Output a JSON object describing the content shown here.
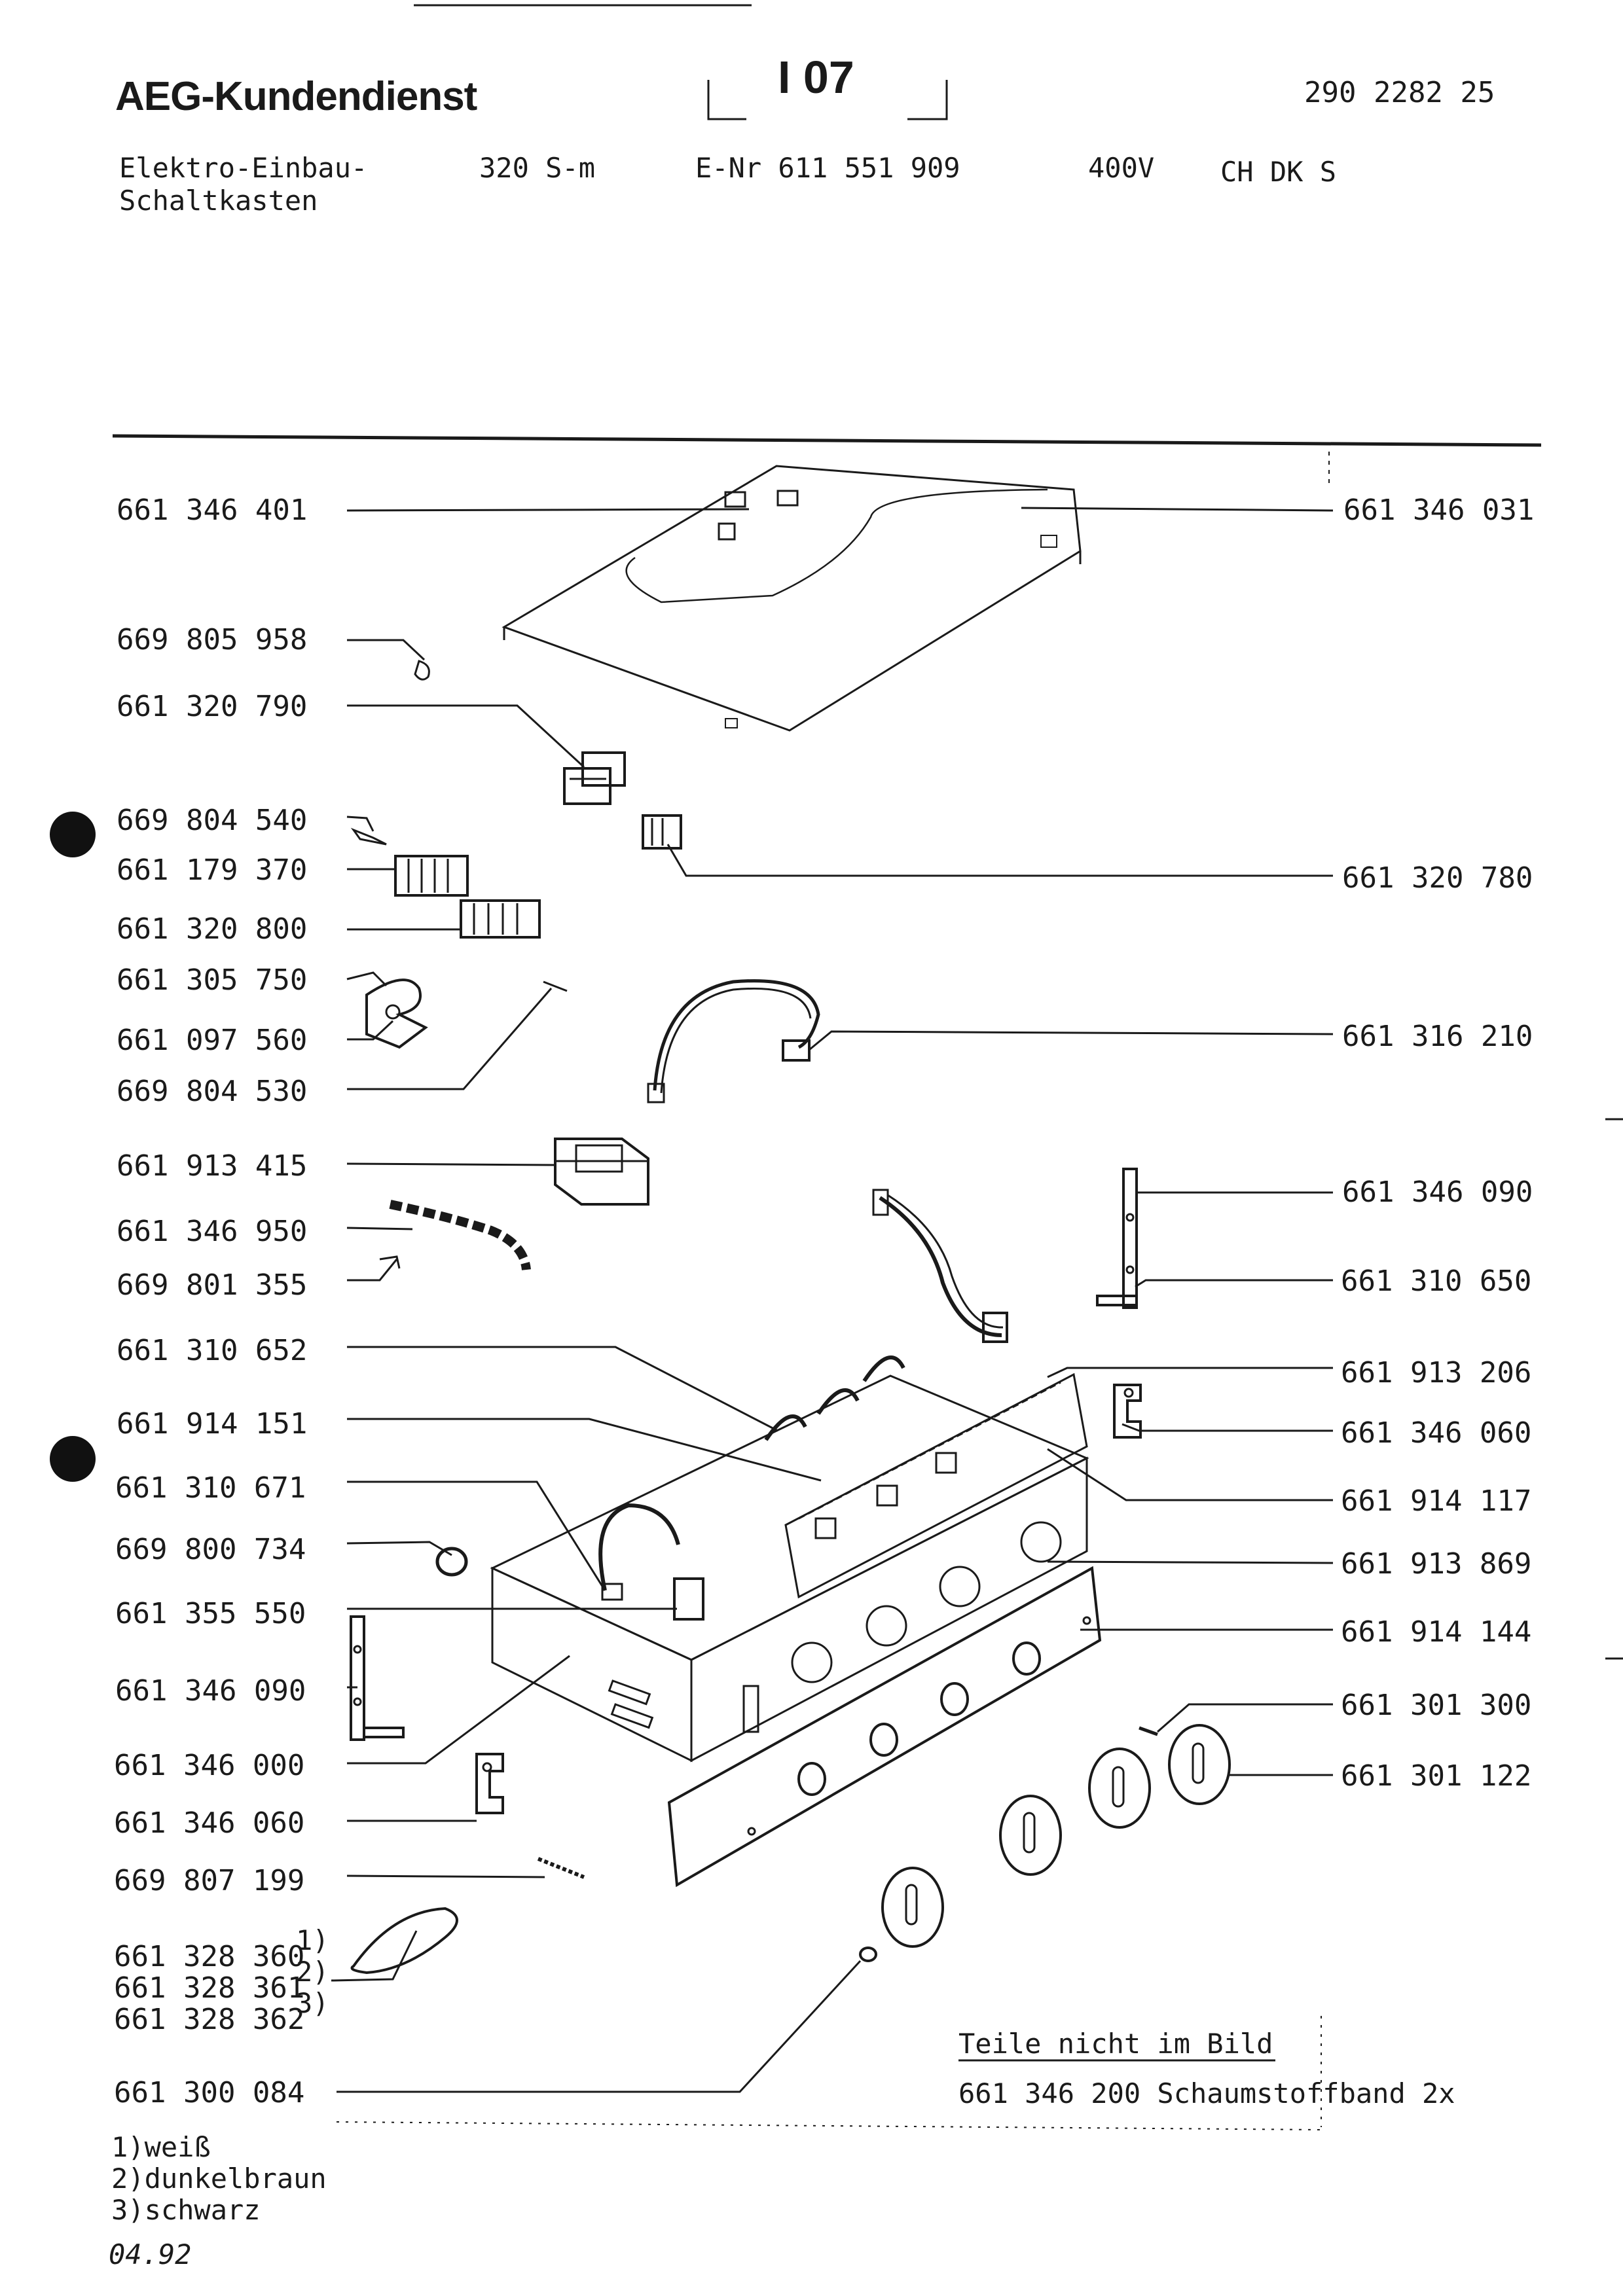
{
  "header": {
    "brand": "AEG-Kundendienst",
    "page_number": "I 07",
    "document_number": "290 2282 25",
    "product_line_1": "Elektro-Einbau-",
    "product_line_2": "Schaltkasten",
    "model": "320 S-m",
    "enr": "E-Nr 611 551 909",
    "voltage": "400V",
    "countries": "CH DK S"
  },
  "parts_left": [
    "661 346 401",
    "669 805 958",
    "661 320 790",
    "669 804 540",
    "661 179 370",
    "661 320 800",
    "661 305 750",
    "661 097 560",
    "669 804 530",
    "661 913 415",
    "661 346 950",
    "669 801 355",
    "661 310 652",
    "661 914 151",
    "661 310 671",
    "669 800 734",
    "661 355 550",
    "661 346 090",
    "661 346 000",
    "661 346 060",
    "669 807 199"
  ],
  "parts_variant": [
    {
      "number": "661 328 360",
      "note": "1)"
    },
    {
      "number": "661 328 361",
      "note": "2)"
    },
    {
      "number": "661 328 362",
      "note": "3)"
    }
  ],
  "part_bottom_left": "661 300 084",
  "parts_right": [
    "661 346 031",
    "661 320 780",
    "661 316 210",
    "661 346 090",
    "661 310 650",
    "661 913 206",
    "661 346 060",
    "661 914 117",
    "661 913 869",
    "661 914 144",
    "661 301 300",
    "661 301 122"
  ],
  "not_shown": {
    "heading": "Teile nicht im Bild",
    "item": "661 346 200 Schaumstoffband 2x"
  },
  "footnotes": [
    "1)weiß",
    "2)dunkelbraun",
    "3)schwarz"
  ],
  "date": "04.92"
}
